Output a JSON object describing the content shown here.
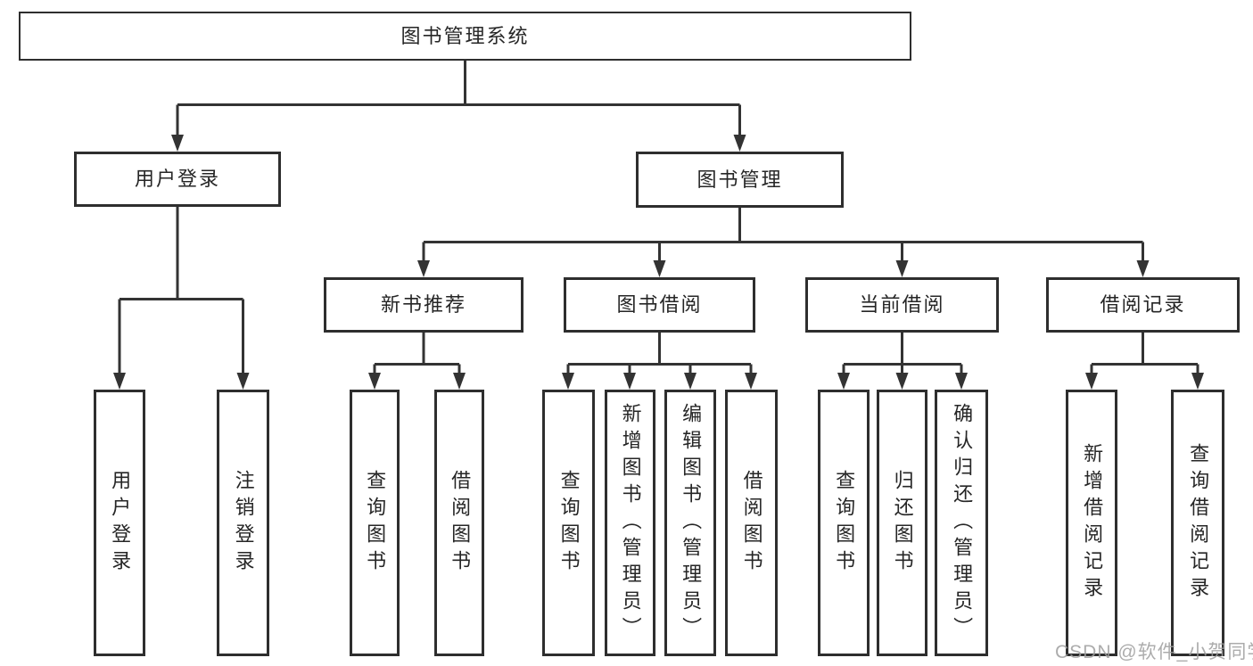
{
  "diagram": {
    "root": {
      "label": "图书管理系统"
    },
    "level2": [
      {
        "label": "用户登录"
      },
      {
        "label": "图书管理"
      }
    ],
    "level3": [
      {
        "label": "新书推荐"
      },
      {
        "label": "图书借阅"
      },
      {
        "label": "当前借阅"
      },
      {
        "label": "借阅记录"
      }
    ],
    "leaves": {
      "login": [
        {
          "label": "用户登录"
        },
        {
          "label": "注销登录"
        }
      ],
      "newbook": [
        {
          "label": "查询图书"
        },
        {
          "label": "借阅图书"
        }
      ],
      "borrow": [
        {
          "label": "查询图书"
        },
        {
          "label": "新增图书（管理员）"
        },
        {
          "label": "编辑图书（管理员）"
        },
        {
          "label": "借阅图书"
        }
      ],
      "current": [
        {
          "label": "查询图书"
        },
        {
          "label": "归还图书"
        },
        {
          "label": "确认归还（管理员）"
        }
      ],
      "records": [
        {
          "label": "新增借阅记录"
        },
        {
          "label": "查询借阅记录"
        }
      ]
    },
    "watermark": "CSDN @软件_小贺同学",
    "colors": {
      "line": "#333333",
      "box_border": "#2e2e2e",
      "text": "#262626",
      "watermark": "#9e9e9e",
      "background": "#ffffff"
    }
  }
}
